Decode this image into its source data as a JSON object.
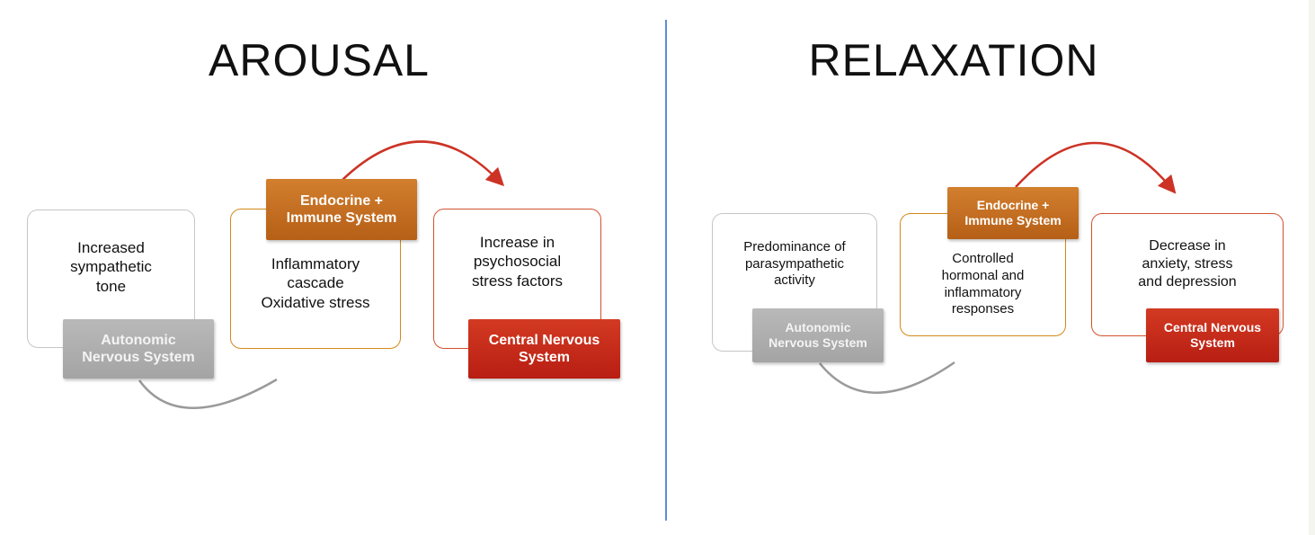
{
  "arousal": {
    "title": "AROUSAL",
    "ans_box": "Increased\nsympathetic\ntone",
    "ans_tag": "Autonomic\nNervous System",
    "endo_box": "Inflammatory\ncascade\nOxidative stress",
    "endo_tag": "Endocrine +\nImmune System",
    "cns_box": "Increase in\npsychosocial\nstress factors",
    "cns_tag": "Central Nervous\nSystem"
  },
  "relaxation": {
    "title": "RELAXATION",
    "ans_box": "Predominance of\nparasympathetic\nactivity",
    "ans_tag": "Autonomic\nNervous System",
    "endo_box": "Controlled\nhormonal and\ninflammatory\nresponses",
    "endo_tag": "Endocrine +\nImmune System",
    "cns_box": "Decrease in\nanxiety, stress\nand depression",
    "cns_tag": "Central Nervous\nSystem"
  },
  "colors": {
    "divider": "#5b8fd6",
    "gray_tag": "#a9a9a9",
    "orange_tag": "#c46d20",
    "red_tag": "#c42a1a",
    "red_arrow": "#cc3325",
    "gray_arrow": "#9a9a9a"
  }
}
